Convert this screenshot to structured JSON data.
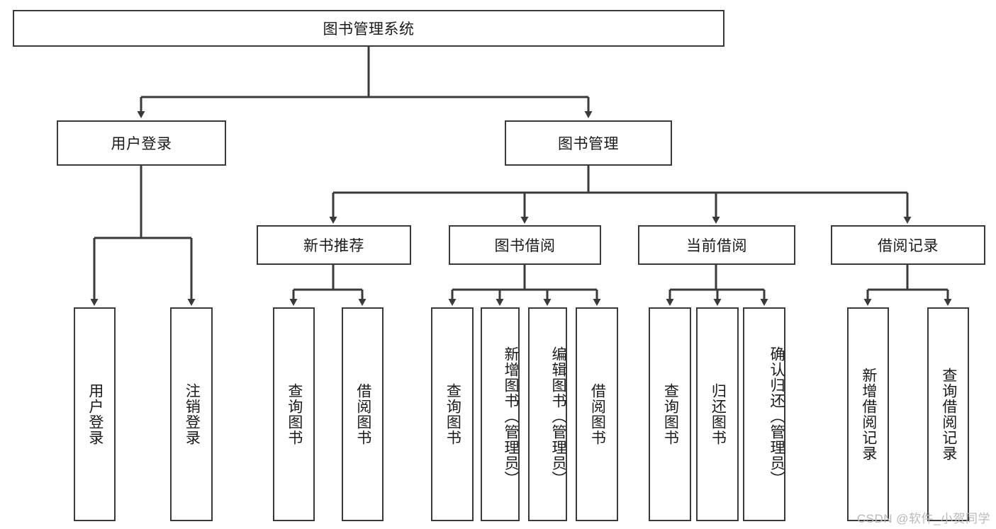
{
  "diagram": {
    "type": "tree-hierarchy",
    "title": "图书管理系统",
    "watermark": "CSDN @软件_小贺同学",
    "colors": {
      "stroke": "#3a3a3a",
      "fill": "#ffffff",
      "text": "#1a1a1a",
      "watermark": "#b9b9b9"
    },
    "levels": {
      "root": {
        "label": "图书管理系统"
      },
      "level2": [
        {
          "id": "user-login",
          "label": "用户登录"
        },
        {
          "id": "book-manage",
          "label": "图书管理"
        }
      ],
      "level3": [
        {
          "id": "new-book-rec",
          "label": "新书推荐",
          "parent": "book-manage"
        },
        {
          "id": "book-borrow",
          "label": "图书借阅",
          "parent": "book-manage"
        },
        {
          "id": "current-borrow",
          "label": "当前借阅",
          "parent": "book-manage"
        },
        {
          "id": "borrow-record",
          "label": "借阅记录",
          "parent": "book-manage"
        }
      ],
      "leaves": [
        {
          "id": "leaf-user-login",
          "label": "用户登录",
          "parent": "user-login"
        },
        {
          "id": "leaf-logout-login",
          "label": "注销登录",
          "parent": "user-login"
        },
        {
          "id": "leaf-query-book-1",
          "label": "查询图书",
          "parent": "new-book-rec"
        },
        {
          "id": "leaf-borrow-book-1",
          "label": "借阅图书",
          "parent": "new-book-rec"
        },
        {
          "id": "leaf-query-book-2",
          "label": "查询图书",
          "parent": "book-borrow"
        },
        {
          "id": "leaf-add-book",
          "label": "新增图书（管理员）",
          "parent": "book-borrow"
        },
        {
          "id": "leaf-edit-book",
          "label": "编辑图书（管理员）",
          "parent": "book-borrow"
        },
        {
          "id": "leaf-borrow-book-2",
          "label": "借阅图书",
          "parent": "book-borrow"
        },
        {
          "id": "leaf-query-book-3",
          "label": "查询图书",
          "parent": "current-borrow"
        },
        {
          "id": "leaf-return-book",
          "label": "归还图书",
          "parent": "current-borrow"
        },
        {
          "id": "leaf-confirm-return",
          "label": "确认归还（管理员）",
          "parent": "current-borrow"
        },
        {
          "id": "leaf-add-record",
          "label": "新增借阅记录",
          "parent": "borrow-record"
        },
        {
          "id": "leaf-query-record",
          "label": "查询借阅记录",
          "parent": "borrow-record"
        }
      ]
    }
  }
}
